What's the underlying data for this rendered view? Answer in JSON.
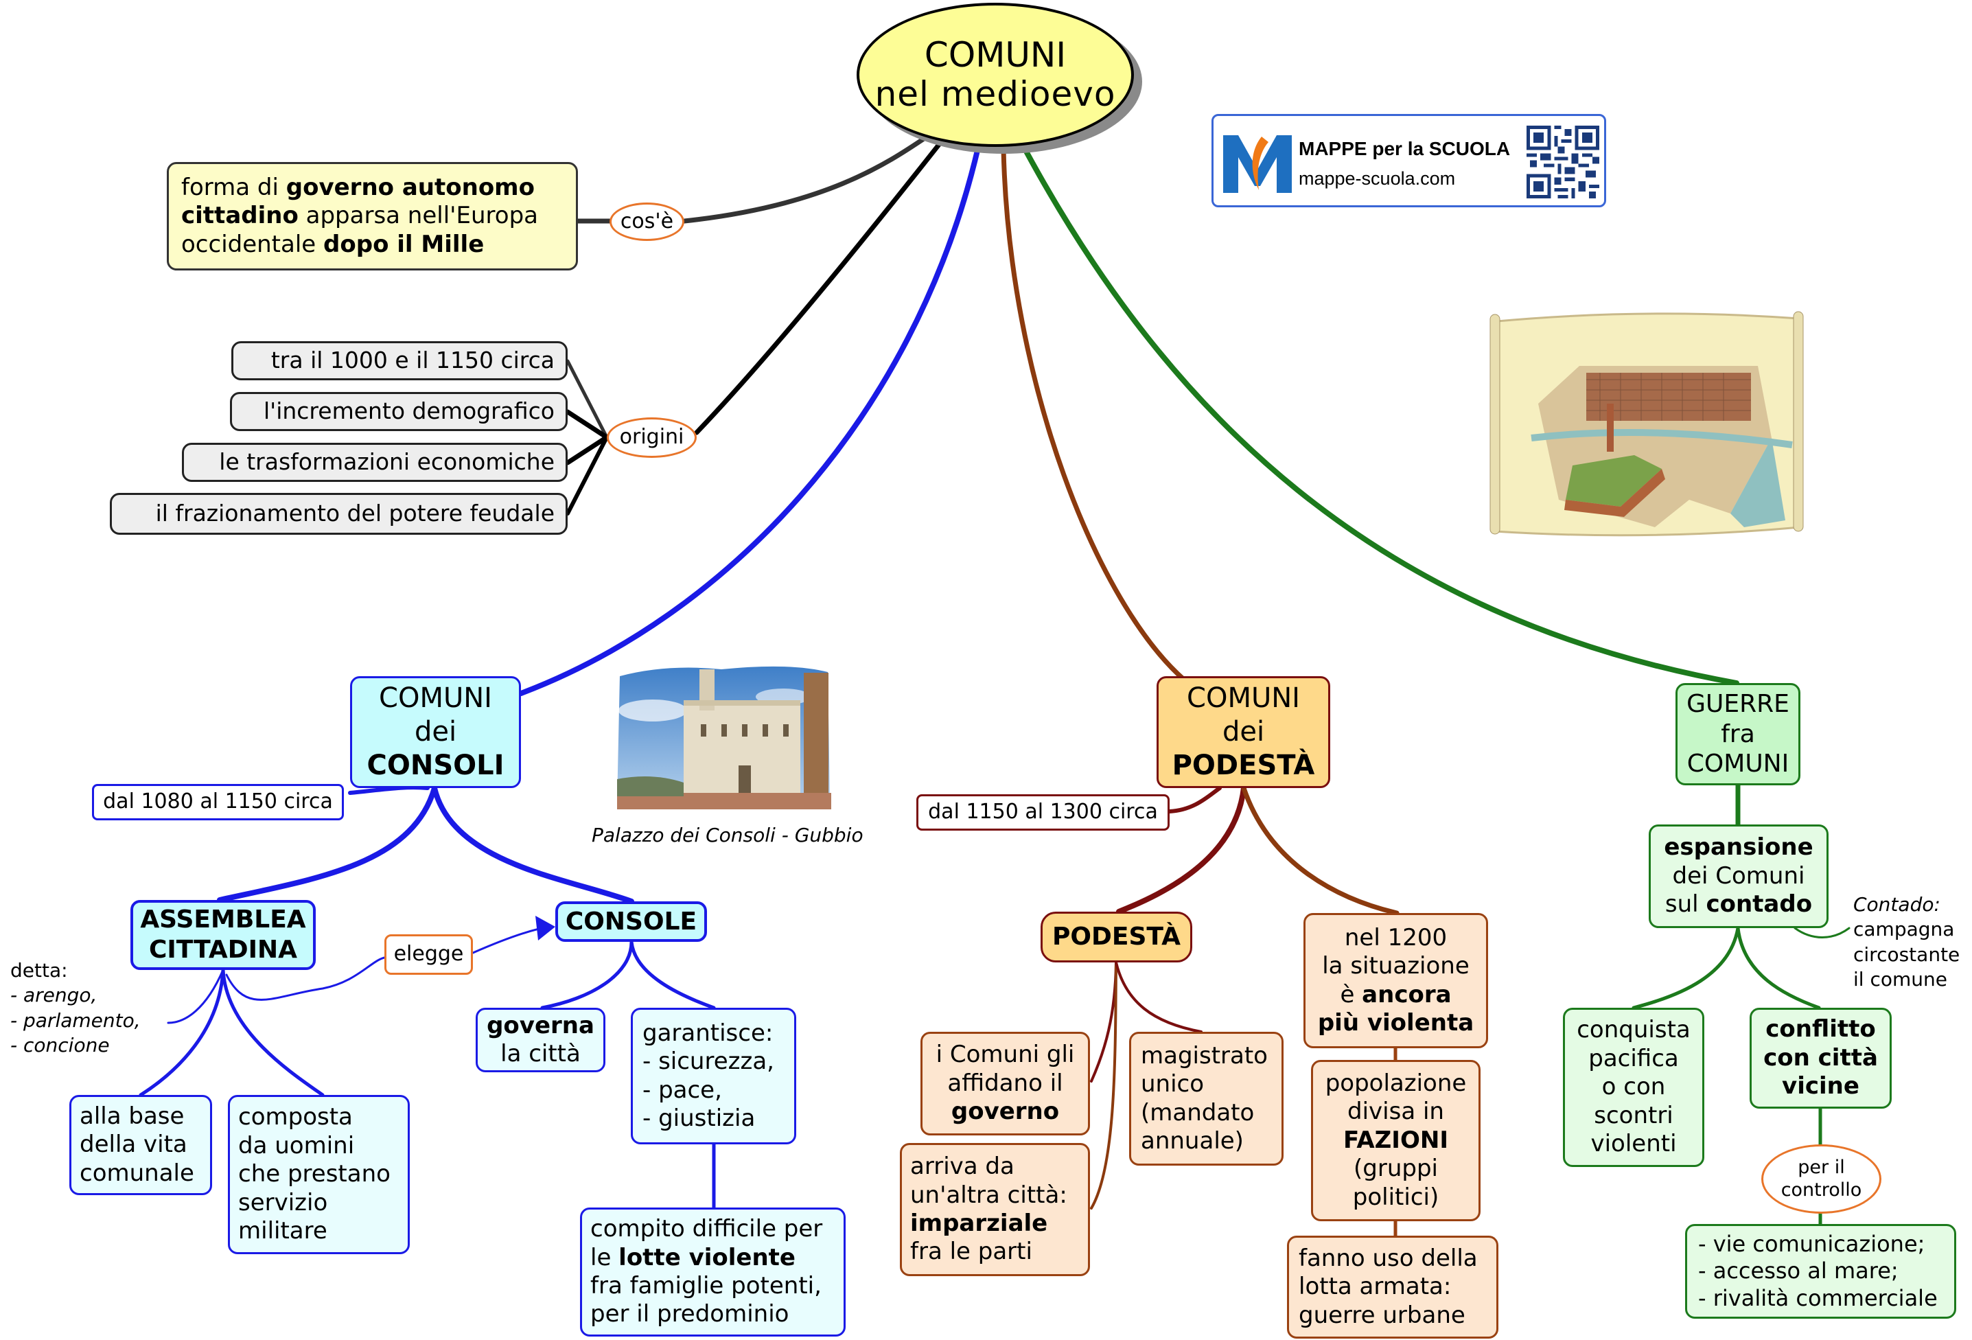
{
  "root": {
    "line1": "COMUNI",
    "line2": "nel medioevo"
  },
  "logo": {
    "title": "MAPPE per la SCUOLA",
    "url": "mappe-scuola.com",
    "icon": "mappe-logo-icon",
    "qr": "qr-code-icon"
  },
  "definition": {
    "link_label": "cos'è",
    "lines": [
      [
        {
          "t": "forma di ",
          "b": false
        },
        {
          "t": "governo autonomo",
          "b": true
        }
      ],
      [
        {
          "t": "cittadino",
          "b": true
        },
        {
          "t": " apparsa nell'Europa",
          "b": false
        }
      ],
      [
        {
          "t": "occidentale ",
          "b": false
        },
        {
          "t": "dopo il Mille",
          "b": true
        }
      ]
    ]
  },
  "origins": {
    "link_label": "origini",
    "items": [
      "tra il 1000 e il 1150 circa",
      "l'incremento demografico",
      "le trasformazioni economiche",
      "il frazionamento del potere feudale"
    ]
  },
  "consoli": {
    "title": [
      "COMUNI",
      "dei",
      "CONSOLI"
    ],
    "period": "dal 1080 al 1150 circa",
    "photo_caption": "Palazzo dei Consoli - Gubbio",
    "assemblea": [
      "ASSEMBLEA",
      "CITTADINA"
    ],
    "console": "CONSOLE",
    "elegge": "elegge",
    "detta": {
      "label": "detta:",
      "names": [
        "- arengo,",
        "- parlamento,",
        "- concione"
      ]
    },
    "alla_base": [
      "alla base",
      "della vita",
      "comunale"
    ],
    "composta": [
      "composta",
      "da uomini",
      "che prestano",
      "servizio",
      "militare"
    ],
    "governa": {
      "bold": "governa",
      "rest": "la città"
    },
    "garantisce": [
      "garantisce:",
      "- sicurezza,",
      "- pace,",
      "- giustizia"
    ],
    "compito": [
      [
        {
          "t": "compito difficile per",
          "b": false
        }
      ],
      [
        {
          "t": "le ",
          "b": false
        },
        {
          "t": "lotte violente",
          "b": true
        }
      ],
      [
        {
          "t": "fra famiglie potenti,",
          "b": false
        }
      ],
      [
        {
          "t": "per il predominio",
          "b": false
        }
      ]
    ]
  },
  "podesta": {
    "title": [
      "COMUNI",
      "dei",
      "PODESTÀ"
    ],
    "period": "dal 1150 al 1300 circa",
    "sub": "PODESTÀ",
    "affidano": [
      [
        {
          "t": "i Comuni gli",
          "b": false
        }
      ],
      [
        {
          "t": "affidano il",
          "b": false
        }
      ],
      [
        {
          "t": "governo",
          "b": true
        }
      ]
    ],
    "arriva": [
      [
        {
          "t": "arriva da",
          "b": false
        }
      ],
      [
        {
          "t": "un'altra città:",
          "b": false
        }
      ],
      [
        {
          "t": "imparziale",
          "b": true
        }
      ],
      [
        {
          "t": "fra le parti",
          "b": false
        }
      ]
    ],
    "magistrato": [
      "magistrato",
      "unico",
      "(mandato",
      "annuale)"
    ],
    "nel1200": [
      [
        {
          "t": "nel 1200",
          "b": false
        }
      ],
      [
        {
          "t": "la situazione",
          "b": false
        }
      ],
      [
        {
          "t": "è ",
          "b": false
        },
        {
          "t": "ancora",
          "b": true
        }
      ],
      [
        {
          "t": "più violenta",
          "b": true
        }
      ]
    ],
    "popolazione": [
      [
        {
          "t": "popolazione",
          "b": false
        }
      ],
      [
        {
          "t": "divisa in",
          "b": false
        }
      ],
      [
        {
          "t": "FAZIONI",
          "b": true
        }
      ],
      [
        {
          "t": "(gruppi",
          "b": false
        }
      ],
      [
        {
          "t": "politici)",
          "b": false
        }
      ]
    ],
    "fanno": [
      "fanno uso della",
      "lotta armata:",
      "guerre urbane"
    ]
  },
  "guerre": {
    "title": [
      "GUERRE",
      "fra",
      "COMUNI"
    ],
    "espansione": [
      [
        {
          "t": "espansione",
          "b": true
        }
      ],
      [
        {
          "t": "dei Comuni",
          "b": false
        }
      ],
      [
        {
          "t": "sul ",
          "b": false
        },
        {
          "t": "contado",
          "b": true
        }
      ]
    ],
    "contado_note": {
      "term": "Contado:",
      "lines": [
        "campagna",
        "circostante",
        "il comune"
      ]
    },
    "conquista": [
      "conquista",
      "pacifica",
      "o con",
      "scontri",
      "violenti"
    ],
    "conflitto": [
      "conflitto",
      "con città",
      "vicine"
    ],
    "controllo": [
      "per il",
      "controllo"
    ],
    "vie": [
      "- vie comunicazione;",
      "- accesso al mare;",
      "- rivalità commerciale"
    ]
  },
  "images": {
    "palazzo": "palazzo-dei-consoli-photo",
    "city_map": "medieval-city-map-illustration"
  },
  "colors": {
    "consoli_branch": "#1a1ae6",
    "podesta_branch": "#8b3a0e",
    "podesta_inner": "#7a0f0f",
    "guerre_branch": "#1c7a1c",
    "link_oval": "#e8752a",
    "root_fill": "#fdfd96"
  }
}
